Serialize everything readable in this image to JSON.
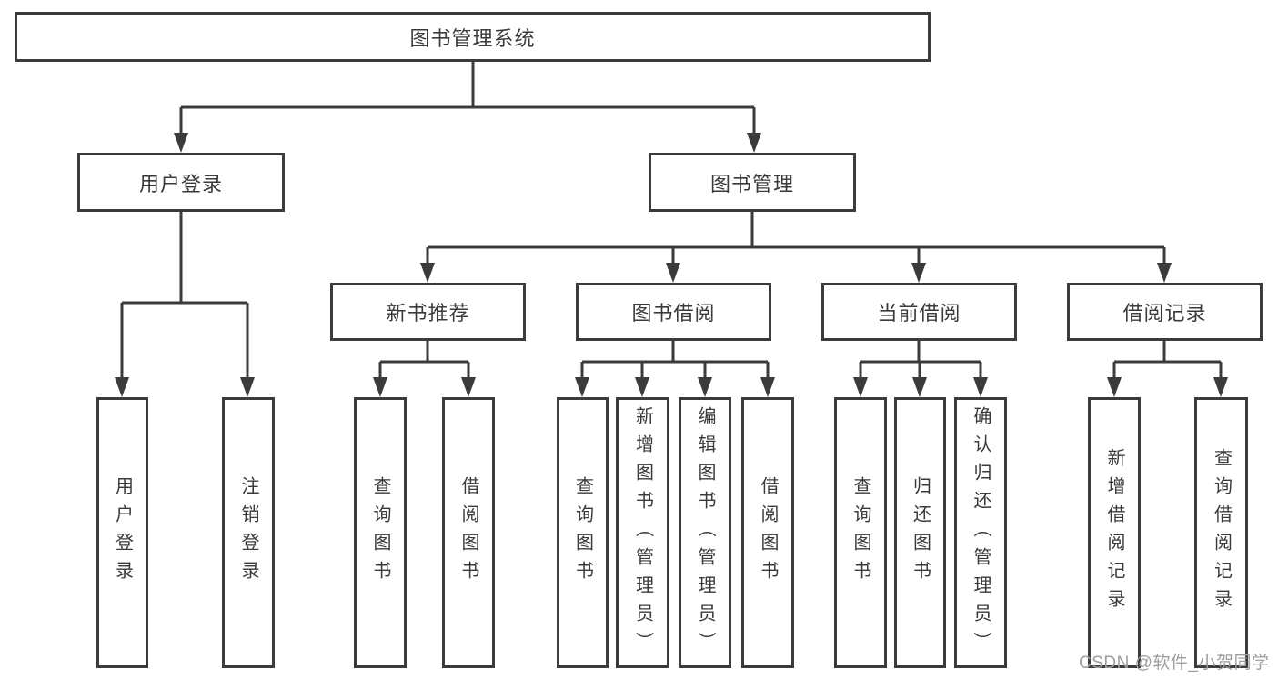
{
  "diagram": {
    "title": "图书管理系统",
    "nodes": {
      "root": "图书管理系统",
      "user_login": "用户登录",
      "book_management": "图书管理",
      "new_book_recommend": "新书推荐",
      "book_borrow": "图书借阅",
      "current_borrow": "当前借阅",
      "borrow_records": "借阅记录",
      "leaf_user_login": "用户登录",
      "leaf_logout": "注销登录",
      "leaf_query_books_rec": "查询图书",
      "leaf_borrow_books_rec": "借阅图书",
      "leaf_query_books_borrow": "查询图书",
      "leaf_add_book_admin": "新增图书（管理员）",
      "leaf_edit_book_admin": "编辑图书（管理员）",
      "leaf_borrow_books_borrow": "借阅图书",
      "leaf_query_books_current": "查询图书",
      "leaf_return_books": "归还图书",
      "leaf_confirm_return_admin": "确认归还（管理员）",
      "leaf_add_borrow_record": "新增借阅记录",
      "leaf_query_borrow_record": "查询借阅记录"
    }
  },
  "watermark": "CSDN @软件_小贺同学",
  "colors": {
    "line": "#3b3b3b",
    "text": "#3a3a3a",
    "watermark": "#9e9e9e",
    "background": "#ffffff"
  }
}
